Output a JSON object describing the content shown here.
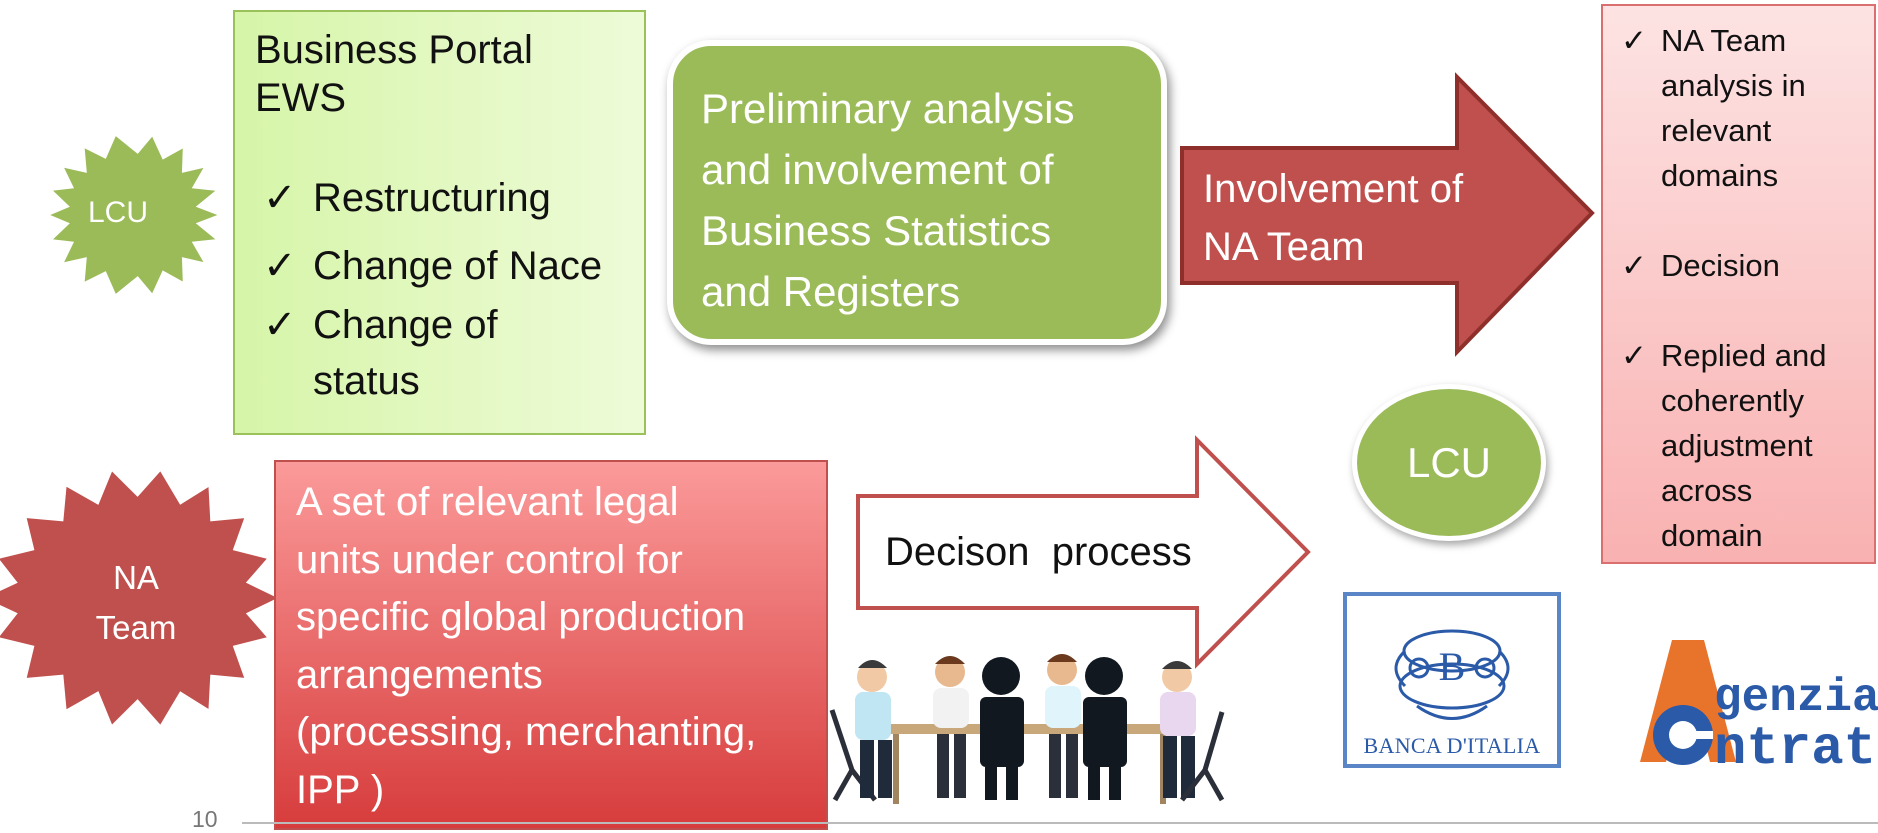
{
  "portal": {
    "title_line1": "Business Portal",
    "title_line2": "EWS",
    "check": "✓",
    "items": [
      "Restructuring",
      "Change of Nace",
      "Change of",
      "status"
    ]
  },
  "lcu_star": {
    "label": "LCU"
  },
  "na_star": {
    "label_line1": "NA",
    "label_line2": "Team"
  },
  "prelim": {
    "lines": [
      "Preliminary analysis",
      "and involvement of",
      "Business Statistics",
      "and Registers"
    ]
  },
  "arrow_red": {
    "lines": [
      "Involvement of",
      "NA Team"
    ]
  },
  "right_list": {
    "check": "✓",
    "item1": [
      "NA Team",
      "analysis in",
      "relevant",
      "domains"
    ],
    "item2": [
      "Decision"
    ],
    "item3": [
      "Replied and",
      "coherently",
      "adjustment",
      "across",
      "domain"
    ]
  },
  "lcu_ellipse": {
    "label": "LCU"
  },
  "legal": {
    "lines": [
      "A set of relevant legal",
      "units under control for",
      "specific  global production",
      "arrangements",
      "(processing, merchanting,",
      "IPP )"
    ]
  },
  "decision_arrow": {
    "label": "Decison  process"
  },
  "bank": {
    "name": "BANCA D'ITALIA",
    "monogram": "B"
  },
  "agenzia": {
    "word1": "genzia",
    "word2": "ntrate"
  },
  "slide_number": "10",
  "colors": {
    "green": "#9bbb59",
    "red": "#c0504d",
    "blue": "#5a86c8",
    "orange": "#e8732a"
  }
}
